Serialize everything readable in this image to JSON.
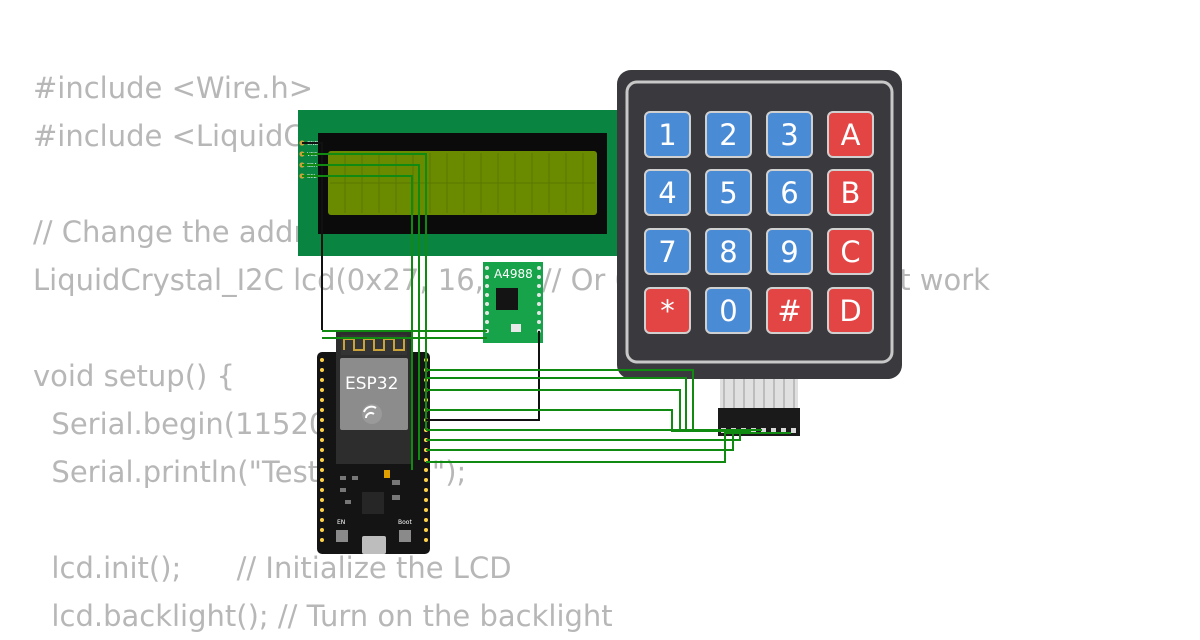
{
  "code_lines": [
    "#include <Wire.h>",
    "#include <LiquidCrystal_I2C.h>",
    "",
    "// Change the address if needed",
    "LiquidCrystal_I2C lcd(0x27, 16, 2); // Or 0x3F if 0x27 doesn't work",
    "",
    "void setup() {",
    "  Serial.begin(115200);",
    "  Serial.println(\"Testing LCD\");",
    "",
    "  lcd.init();      // Initialize the LCD",
    "  lcd.backlight(); // Turn on the backlight"
  ],
  "esp32": {
    "label": "ESP32",
    "en_label": "EN",
    "boot_label": "Boot"
  },
  "driver": {
    "label": "A4988"
  },
  "lcd": {
    "pin_labels": [
      "GND",
      "VCC",
      "SDA",
      "SCL"
    ]
  },
  "keypad": {
    "rows": [
      [
        {
          "label": "1",
          "kind": "digit"
        },
        {
          "label": "2",
          "kind": "digit"
        },
        {
          "label": "3",
          "kind": "digit"
        },
        {
          "label": "A",
          "kind": "letter"
        }
      ],
      [
        {
          "label": "4",
          "kind": "digit"
        },
        {
          "label": "5",
          "kind": "digit"
        },
        {
          "label": "6",
          "kind": "digit"
        },
        {
          "label": "B",
          "kind": "letter"
        }
      ],
      [
        {
          "label": "7",
          "kind": "digit"
        },
        {
          "label": "8",
          "kind": "digit"
        },
        {
          "label": "9",
          "kind": "digit"
        },
        {
          "label": "C",
          "kind": "letter"
        }
      ],
      [
        {
          "label": "*",
          "kind": "symbol"
        },
        {
          "label": "0",
          "kind": "digit"
        },
        {
          "label": "#",
          "kind": "symbol"
        },
        {
          "label": "D",
          "kind": "letter"
        }
      ]
    ]
  },
  "colors": {
    "code_text": "#b7b7b7",
    "digit_key": "#4a8bd6",
    "accent_key": "#e34444",
    "keypad_body": "#3a3a3e",
    "lcd_pcb": "#0a8541",
    "lcd_screen": "#6a8a00",
    "wire_green": "#118a11",
    "wire_black": "#111111"
  }
}
